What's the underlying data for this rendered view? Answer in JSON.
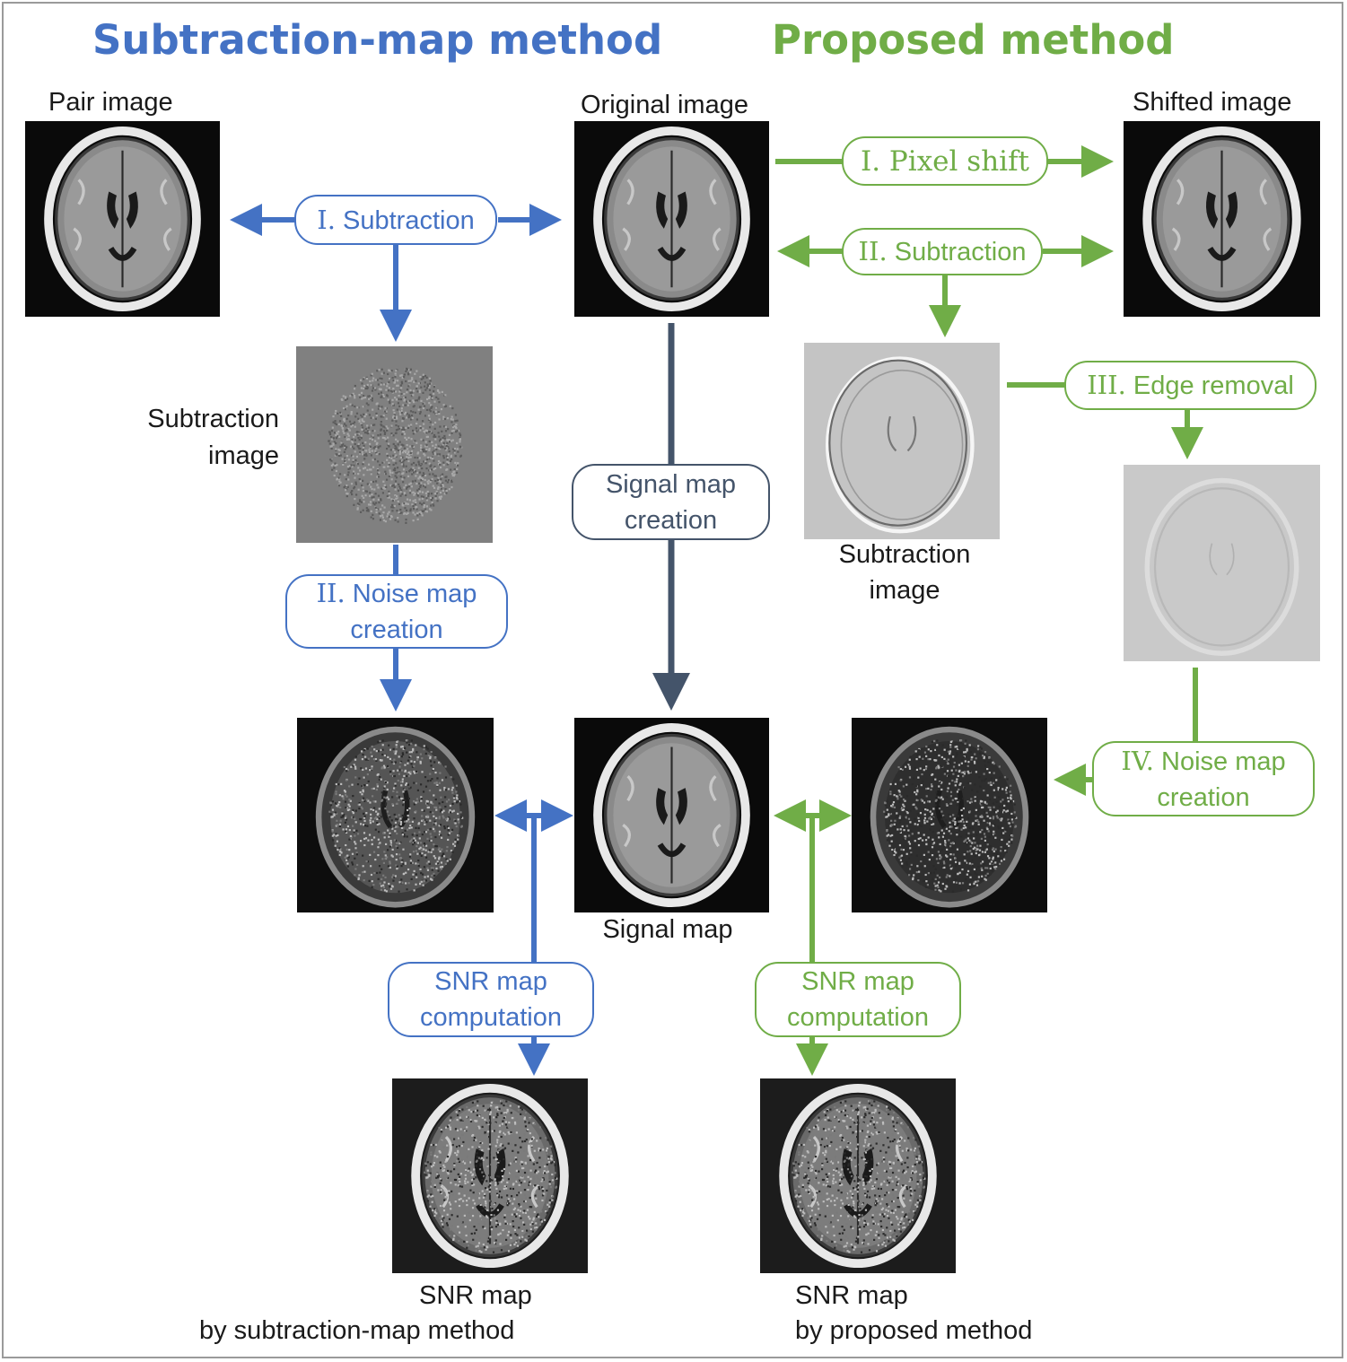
{
  "headings": {
    "left": "Subtraction-map method",
    "right": "Proposed method"
  },
  "colors": {
    "blue": "#4472c4",
    "green": "#70ad47",
    "dark": "#44546a"
  },
  "image_labels": {
    "pair": "Pair image",
    "original": "Original image",
    "shifted": "Shifted image",
    "subtraction_left_line1": "Subtraction",
    "subtraction_left_line2": "image",
    "subtraction_right_line1": "Subtraction",
    "subtraction_right_line2": "image",
    "signal_map": "Signal map",
    "snr_left_line1": "SNR map",
    "snr_left_line2": "by subtraction-map method",
    "snr_right_line1": "SNR map",
    "snr_right_line2": "by proposed method"
  },
  "steps": {
    "blue_subtraction": {
      "roman": "I.",
      "text": "Subtraction"
    },
    "blue_noise_map": {
      "roman": "II.",
      "line1": "Noise map",
      "line2": "creation"
    },
    "signal_map_creation": {
      "line1": "Signal map",
      "line2": "creation"
    },
    "blue_snr": {
      "line1": "SNR map",
      "line2": "computation"
    },
    "green_pixel_shift": {
      "text": "I. Pixel shift"
    },
    "green_subtraction": {
      "roman": "II.",
      "text": "Subtraction"
    },
    "green_edge_removal": {
      "roman": "III.",
      "text": "Edge removal"
    },
    "green_noise_map": {
      "roman": "IV.",
      "line1": "Noise map",
      "line2": "creation"
    },
    "green_snr": {
      "line1": "SNR map",
      "line2": "computation"
    }
  }
}
